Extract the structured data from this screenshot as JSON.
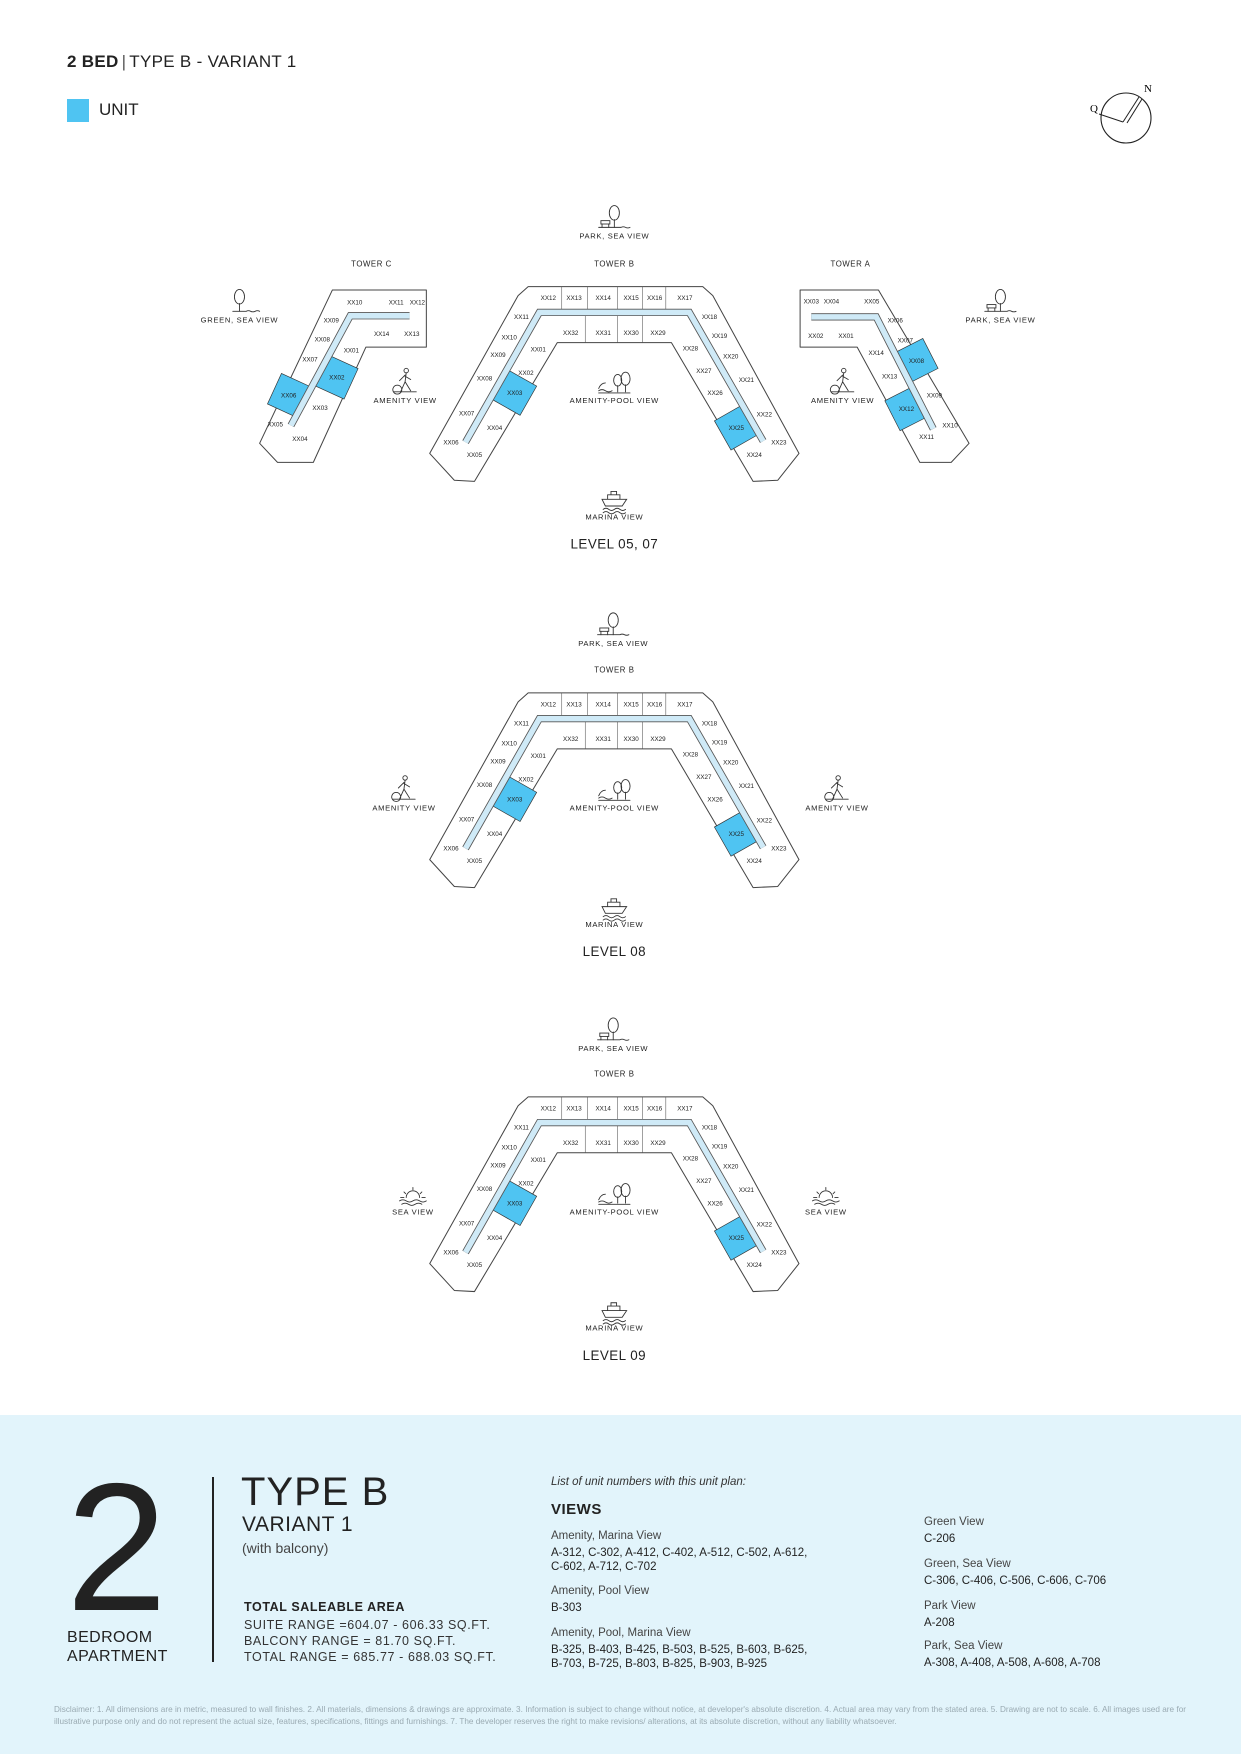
{
  "header": {
    "bed": "2 BED",
    "separator": "|",
    "type": "TYPE B - VARIANT 1"
  },
  "legend": {
    "unit_label": "UNIT",
    "unit_color": "#4fc4f2"
  },
  "compass": {
    "left_label": "Q",
    "north_label": "N"
  },
  "plans": [
    {
      "level": "LEVEL 05, 07",
      "views": [
        {
          "label": "PARK, SEA VIEW",
          "icon": "park-icon"
        },
        {
          "label": "GREEN, SEA VIEW",
          "icon": "green-icon"
        },
        {
          "label": "AMENITY VIEW",
          "icon": "amenity-icon"
        },
        {
          "label": "AMENITY-POOL VIEW",
          "icon": "pool-icon"
        },
        {
          "label": "AMENITY VIEW",
          "icon": "amenity-icon"
        },
        {
          "label": "PARK, SEA VIEW",
          "icon": "park-icon"
        },
        {
          "label": "MARINA VIEW",
          "icon": "marina-icon"
        }
      ],
      "towers": [
        {
          "name": "TOWER C",
          "units": [
            "XX10",
            "XX11",
            "XX12",
            "XX09",
            "XX14",
            "XX13",
            "XX08",
            "XX01",
            "XX07",
            "XX02",
            "XX06",
            "XX03",
            "XX05",
            "XX04"
          ],
          "highlighted": [
            "XX02",
            "XX06"
          ]
        },
        {
          "name": "TOWER B",
          "units": [
            "XX12",
            "XX13",
            "XX14",
            "XX15",
            "XX16",
            "XX17",
            "XX11",
            "XX18",
            "XX10",
            "XX32",
            "XX31",
            "XX30",
            "XX29",
            "XX19",
            "XX01",
            "XX28",
            "XX09",
            "XX20",
            "XX02",
            "XX27",
            "XX08",
            "XX21",
            "XX03",
            "XX26",
            "XX07",
            "XX22",
            "XX04",
            "XX25",
            "XX06",
            "XX23",
            "XX05",
            "XX24"
          ],
          "highlighted": [
            "XX03",
            "XX25"
          ]
        },
        {
          "name": "TOWER A",
          "units": [
            "XX03",
            "XX04",
            "XX05",
            "XX06",
            "XX02",
            "XX01",
            "XX07",
            "XX14",
            "XX08",
            "XX13",
            "XX09",
            "XX12",
            "XX10",
            "XX11"
          ],
          "highlighted": [
            "XX08",
            "XX12"
          ]
        }
      ]
    },
    {
      "level": "LEVEL 08",
      "views": [
        {
          "label": "PARK, SEA VIEW",
          "icon": "park-icon"
        },
        {
          "label": "AMENITY VIEW",
          "icon": "amenity-icon"
        },
        {
          "label": "AMENITY-POOL VIEW",
          "icon": "pool-icon"
        },
        {
          "label": "AMENITY VIEW",
          "icon": "amenity-icon"
        },
        {
          "label": "MARINA VIEW",
          "icon": "marina-icon"
        }
      ],
      "towers": [
        {
          "name": "TOWER B",
          "units": [
            "XX12",
            "XX13",
            "XX14",
            "XX15",
            "XX16",
            "XX17",
            "XX11",
            "XX18",
            "XX10",
            "XX32",
            "XX31",
            "XX30",
            "XX29",
            "XX19",
            "XX01",
            "XX28",
            "XX09",
            "XX20",
            "XX02",
            "XX27",
            "XX08",
            "XX21",
            "XX03",
            "XX26",
            "XX07",
            "XX22",
            "XX04",
            "XX25",
            "XX06",
            "XX23",
            "XX05",
            "XX24"
          ],
          "highlighted": [
            "XX03",
            "XX25"
          ]
        }
      ]
    },
    {
      "level": "LEVEL 09",
      "views": [
        {
          "label": "PARK, SEA VIEW",
          "icon": "park-icon"
        },
        {
          "label": "SEA VIEW",
          "icon": "sea-icon"
        },
        {
          "label": "AMENITY-POOL VIEW",
          "icon": "pool-icon"
        },
        {
          "label": "SEA VIEW",
          "icon": "sea-icon"
        },
        {
          "label": "MARINA VIEW",
          "icon": "marina-icon"
        }
      ],
      "towers": [
        {
          "name": "TOWER B",
          "units": [
            "XX12",
            "XX13",
            "XX14",
            "XX15",
            "XX16",
            "XX17",
            "XX11",
            "XX18",
            "XX10",
            "XX32",
            "XX31",
            "XX30",
            "XX29",
            "XX19",
            "XX01",
            "XX28",
            "XX09",
            "XX20",
            "XX02",
            "XX27",
            "XX08",
            "XX21",
            "XX03",
            "XX26",
            "XX07",
            "XX22",
            "XX04",
            "XX25",
            "XX06",
            "XX23",
            "XX05",
            "XX24"
          ],
          "highlighted": [
            "XX03",
            "XX25"
          ]
        }
      ]
    }
  ],
  "summary": {
    "bedrooms": "2",
    "bedroom_line1": "BEDROOM",
    "bedroom_line2": "APARTMENT",
    "type": "TYPE B",
    "variant": "VARIANT 1",
    "balcony_note": "(with balcony)",
    "area_title": "TOTAL SALEABLE AREA",
    "suite_range": "SUITE RANGE =604.07 - 606.33 SQ.FT.",
    "balcony_range": "BALCONY RANGE = 81.70 SQ.FT.",
    "total_range": "TOTAL RANGE = 685.77 - 688.03 SQ.FT."
  },
  "unit_list": {
    "intro": "List of unit numbers with this unit plan:",
    "heading": "VIEWS",
    "left": [
      {
        "title": "Amenity, Marina View",
        "lines": [
          "A-312, C-302, A-412, C-402, A-512, C-502, A-612,",
          "C-602, A-712, C-702"
        ]
      },
      {
        "title": "Amenity, Pool View",
        "lines": [
          "B-303"
        ]
      },
      {
        "title": "Amenity, Pool, Marina View",
        "lines": [
          "B-325, B-403, B-425, B-503, B-525, B-603, B-625,",
          "B-703, B-725, B-803, B-825, B-903, B-925"
        ]
      }
    ],
    "right": [
      {
        "title": "Green View",
        "lines": [
          "C-206"
        ]
      },
      {
        "title": "Green, Sea View",
        "lines": [
          "C-306, C-406, C-506, C-606, C-706"
        ]
      },
      {
        "title": "Park View",
        "lines": [
          "A-208"
        ]
      },
      {
        "title": "Park, Sea View",
        "lines": [
          "A-308, A-408, A-508, A-608, A-708"
        ]
      }
    ]
  },
  "disclaimer": "Disclaimer: 1. All dimensions are in metric, measured to wall finishes. 2. All materials, dimensions & drawings are approximate. 3. Information is subject to change without notice, at developer's absolute discretion. 4. Actual area may vary from the stated area. 5. Drawing are not to scale. 6. All images used are for illustrative purpose only and do not represent the actual size, features, specifications, fittings and furnishings. 7. The developer reserves the right to make revisions/ alterations, at its absolute discretion, without any liability whatsoever."
}
